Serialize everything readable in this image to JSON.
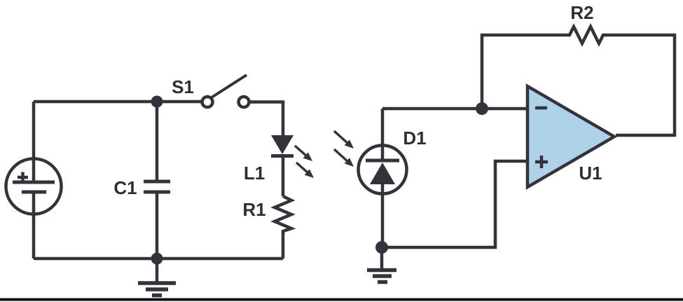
{
  "diagram": {
    "kind": "circuit-schematic",
    "colors": {
      "wire": "#33333b",
      "label": "#2e2e36",
      "opamp_fill": "#aed3e8",
      "component_fill": "#ffffff",
      "background": "#ffffff",
      "border": "#111111"
    },
    "components": {
      "battery": {
        "plus_sign": "+"
      },
      "switch": {
        "label": "S1"
      },
      "capacitor": {
        "label": "C1"
      },
      "led": {
        "label": "L1"
      },
      "resistor1": {
        "label": "R1"
      },
      "photodiode": {
        "label": "D1"
      },
      "feedback_resistor": {
        "label": "R2"
      },
      "opamp": {
        "label": "U1",
        "inverting_input": "−",
        "noninverting_input": "+"
      }
    }
  }
}
